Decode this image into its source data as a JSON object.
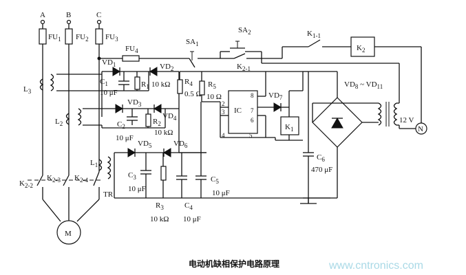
{
  "diagram": {
    "caption": "电动机缺相保护电路原理",
    "watermark": "www.cntronics.com",
    "phases": {
      "a": "A",
      "b": "B",
      "c": "C"
    },
    "fuses": {
      "fu1": "FU",
      "fu1_sub": "1",
      "fu2": "FU",
      "fu2_sub": "2",
      "fu3": "FU",
      "fu3_sub": "3",
      "fu4": "FU",
      "fu4_sub": "4"
    },
    "switches": {
      "sa1": "SA",
      "sa1_sub": "1",
      "sa2": "SA",
      "sa2_sub": "2",
      "k1_1": "K",
      "k1_1_sub": "1-1",
      "k2_1": "K",
      "k2_1_sub": "2-1",
      "k2_2": "K",
      "k2_2_sub": "2-2",
      "k2_3": "K",
      "k2_3_sub": "2-3",
      "k2_4": "K",
      "k2_4_sub": "2-4"
    },
    "relays": {
      "k1": "K",
      "k1_sub": "1",
      "k2": "K",
      "k2_sub": "2"
    },
    "transformers": {
      "l1": "L",
      "l1_sub": "1",
      "l2": "L",
      "l2_sub": "2",
      "l3": "L",
      "l3_sub": "3",
      "tr": "TR"
    },
    "diodes": {
      "vd1": "VD",
      "vd1_sub": "1",
      "vd2": "VD",
      "vd2_sub": "2",
      "vd3": "VD",
      "vd3_sub": "3",
      "vd4": "VD",
      "vd4_sub": "4",
      "vd5": "VD",
      "vd5_sub": "5",
      "vd6": "VD",
      "vd6_sub": "6",
      "vd7": "VD",
      "vd7_sub": "7",
      "bridge": "VD",
      "bridge_sub1": "8",
      "bridge_tilde": " ~ VD",
      "bridge_sub2": "11"
    },
    "capacitors": {
      "c1": "C",
      "c1_sub": "1",
      "c1_val": "10 μF",
      "c2": "C",
      "c2_sub": "2",
      "c2_val": "10 μF",
      "c3": "C",
      "c3_sub": "3",
      "c3_val": "10 μF",
      "c4": "C",
      "c4_sub": "4",
      "c4_val": "10 μF",
      "c5": "C",
      "c5_sub": "5",
      "c5_val": "10 μF",
      "c6": "C",
      "c6_sub": "6",
      "c6_val": "470 μF"
    },
    "resistors": {
      "r1": "R",
      "r1_sub": "1",
      "r1_val": "10 kΩ",
      "r2": "R",
      "r2_sub": "2",
      "r2_val": "10 kΩ",
      "r3": "R",
      "r3_sub": "3",
      "r3_val": "10 kΩ",
      "r4": "R",
      "r4_sub": "4",
      "r4_val": "0.5 Ω",
      "r5": "R",
      "r5_sub": "5",
      "r5_val": "10 Ω"
    },
    "ic": {
      "label": "IC",
      "pins": [
        "2",
        "3",
        "4",
        "5",
        "6",
        "7",
        "8"
      ]
    },
    "transformer_out": "12 V",
    "neutral": "N",
    "motor": "M"
  }
}
